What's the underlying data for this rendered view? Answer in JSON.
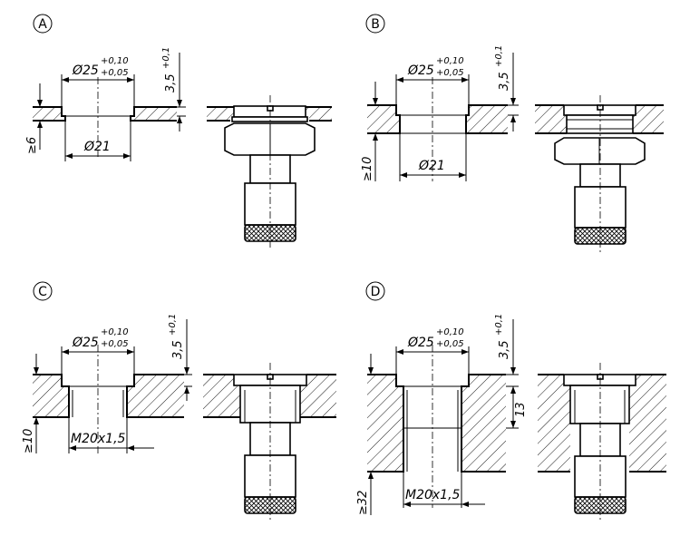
{
  "variants": [
    {
      "label": "A",
      "dia_outer": "Ø25",
      "tol_upper": "+0,10",
      "tol_lower": "+0,05",
      "depth": "3,5",
      "depth_tol": "+0,1",
      "plate": "≥6",
      "bore": "Ø21"
    },
    {
      "label": "B",
      "dia_outer": "Ø25",
      "tol_upper": "+0,10",
      "tol_lower": "+0,05",
      "depth": "3,5",
      "depth_tol": "+0,1",
      "plate": "≥10",
      "bore": "Ø21"
    },
    {
      "label": "C",
      "dia_outer": "Ø25",
      "tol_upper": "+0,10",
      "tol_lower": "+0,05",
      "depth": "3,5",
      "depth_tol": "+0,1",
      "plate": "≥10",
      "bore": "M20x1,5"
    },
    {
      "label": "D",
      "dia_outer": "Ø25",
      "tol_upper": "+0,10",
      "tol_lower": "+0,05",
      "depth": "3,5",
      "depth_tol": "+0,1",
      "plate": "≥32",
      "bore": "M20x1,5",
      "thread_len": "13"
    }
  ]
}
